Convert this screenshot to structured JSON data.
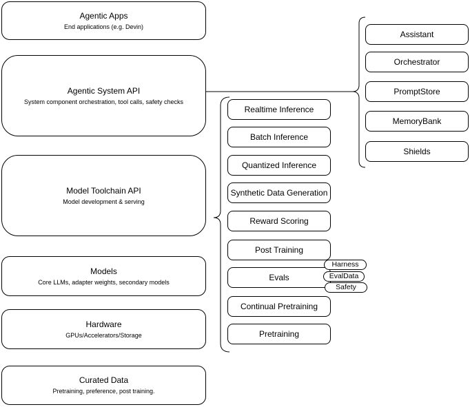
{
  "diagram": {
    "left_stack": [
      {
        "title": "Agentic Apps",
        "subtitle": "End applications (e.g. Devin)"
      },
      {
        "title": "Agentic System API",
        "subtitle": "System component orchestration, tool calls, safety checks"
      },
      {
        "title": "Model Toolchain API",
        "subtitle": "Model development & serving"
      },
      {
        "title": "Models",
        "subtitle": "Core LLMs, adapter weights, secondary models"
      },
      {
        "title": "Hardware",
        "subtitle": "GPUs/Accelerators/Storage"
      },
      {
        "title": "Curated Data",
        "subtitle": "Pretraining, preference, post training."
      }
    ],
    "toolchain_items": [
      "Realtime Inference",
      "Batch Inference",
      "Quantized Inference",
      "Synthetic Data Generation",
      "Reward Scoring",
      "Post Training",
      "Evals",
      "Continual Pretraining",
      "Pretraining"
    ],
    "eval_pills": [
      "Harness",
      "EvalData",
      "Safety"
    ],
    "system_components": [
      "Assistant",
      "Orchestrator",
      "PromptStore",
      "MemoryBank",
      "Shields"
    ],
    "colors": {
      "stroke": "#000000",
      "fill": "#ffffff",
      "background": "#ffffff",
      "text": "#000000"
    }
  }
}
